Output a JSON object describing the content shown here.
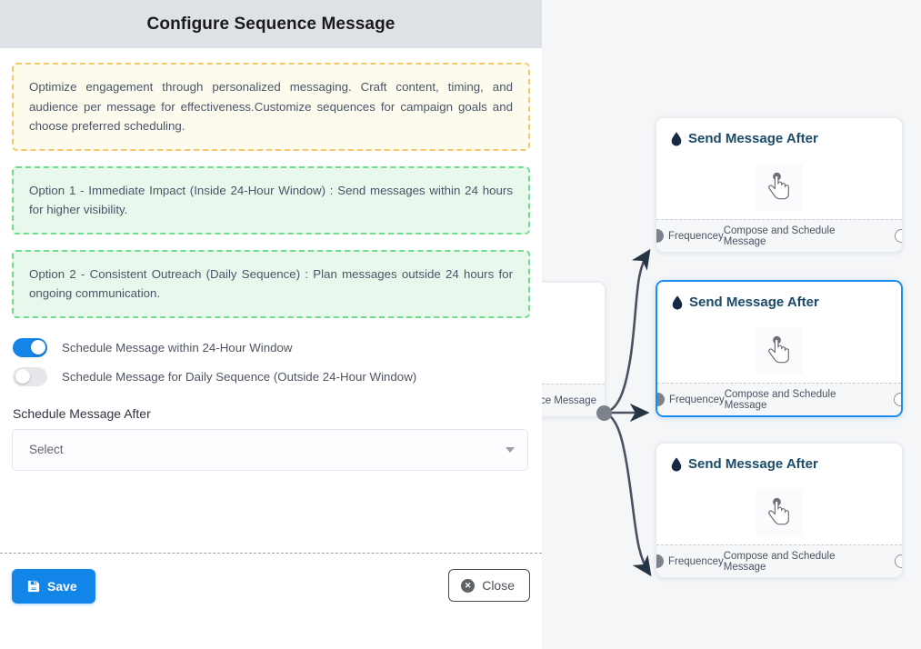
{
  "modal": {
    "title": "Configure Sequence Message",
    "notes": [
      {
        "kind": "warning",
        "text": "Optimize engagement through personalized messaging. Craft content, timing, and audience per message for effectiveness.Customize sequences for campaign goals and choose preferred scheduling."
      },
      {
        "kind": "success",
        "text": "Option 1 - Immediate Impact (Inside 24-Hour Window) : Send messages within 24 hours for higher visibility."
      },
      {
        "kind": "success",
        "text": "Option 2 - Consistent Outreach (Daily Sequence) : Plan messages outside 24 hours for ongoing communication."
      }
    ],
    "toggles": [
      {
        "label": "Schedule Message within 24-Hour Window",
        "state": "on"
      },
      {
        "label": "Schedule Message for Daily Sequence (Outside 24-Hour Window)",
        "state": "off"
      }
    ],
    "schedule_field": {
      "label": "Schedule Message After",
      "value": "Select",
      "caret_icon": "chevron-down-icon"
    },
    "footer": {
      "save_label": "Save",
      "save_icon": "floppy-disk-icon",
      "save_color": "#1285e8",
      "close_label": "Close",
      "close_icon": "circle-x-icon"
    }
  },
  "canvas": {
    "background": "#f4f6f8",
    "partial_node": {
      "foot_label": "ce Message"
    },
    "nodes": [
      {
        "title": "Send Message After",
        "icon": "droplet-icon",
        "body_icon": "tap-hand-cursor-icon",
        "foot_left": "Frequencey",
        "foot_right": "Compose and Schedule Message",
        "selected": false
      },
      {
        "title": "Send Message After",
        "icon": "droplet-icon",
        "body_icon": "tap-hand-cursor-icon",
        "foot_left": "Frequencey",
        "foot_right": "Compose and Schedule Message",
        "selected": true
      },
      {
        "title": "Send Message After",
        "icon": "droplet-icon",
        "body_icon": "tap-hand-cursor-icon",
        "foot_left": "Frequencey",
        "foot_right": "Compose and Schedule Message",
        "selected": false
      }
    ],
    "accent_selected": "#1a8cf0",
    "edge_color": "#4a5261"
  }
}
